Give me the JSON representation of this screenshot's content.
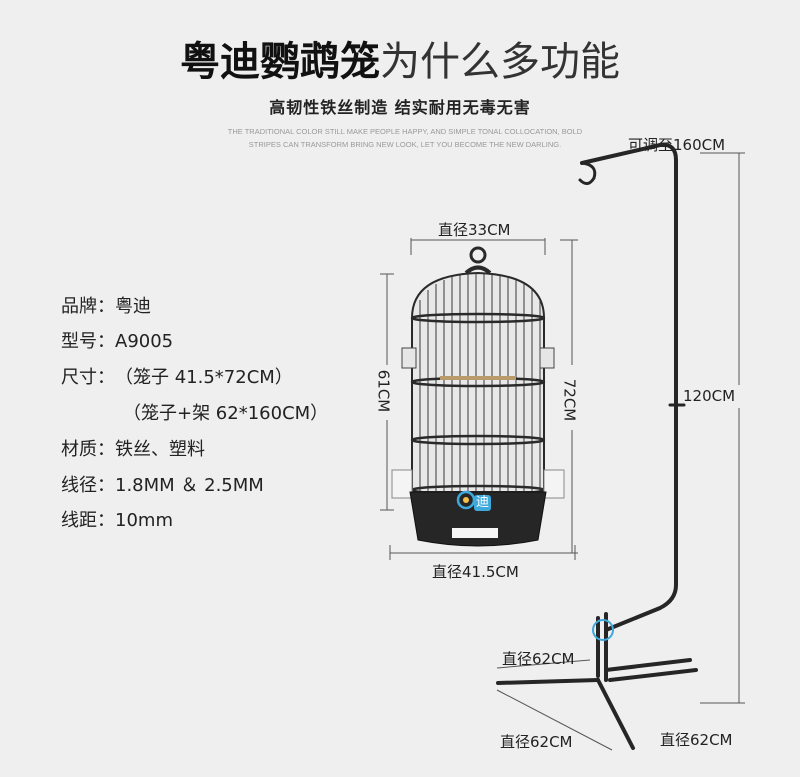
{
  "header": {
    "title_bold": "粤迪鹦鹉笼",
    "title_light": "为什么多功能",
    "subtitle": "高韧性铁丝制造  结实耐用无毒无害",
    "tagline": "THE TRADITIONAL COLOR STILL MAKE PEOPLE HAPPY, AND SIMPLE TONAL COLLOCATION, BOLD STRIPES CAN TRANSFORM BRING NEW LOOK, LET YOU BECOME THE NEW DARLING."
  },
  "specs": [
    {
      "label": "品牌：",
      "value": "粤迪"
    },
    {
      "label": "型号：",
      "value": "A9005"
    },
    {
      "label": "尺寸：",
      "value": "（笼子 41.5*72CM）"
    },
    {
      "label": "",
      "value": "（笼子+架 62*160CM）"
    },
    {
      "label": "材质：",
      "value": "铁丝、塑料"
    },
    {
      "label": "线径：",
      "value": "1.8MM ＆ 2.5MM"
    },
    {
      "label": "线距：",
      "value": "10mm"
    }
  ],
  "dimensions": {
    "top_diameter": "直径33CM",
    "bottom_diameter": "直径41.5CM",
    "left_height": "61CM",
    "right_height": "72CM",
    "stand_adjust": "可调至160CM",
    "stand_height": "120CM",
    "base_1": "直径62CM",
    "base_2": "直径62CM",
    "base_3": "直径62CM"
  },
  "logo": {
    "text": "迪"
  },
  "colors": {
    "background": "#efefef",
    "metal": "#2a2a2a",
    "text": "#222222"
  }
}
